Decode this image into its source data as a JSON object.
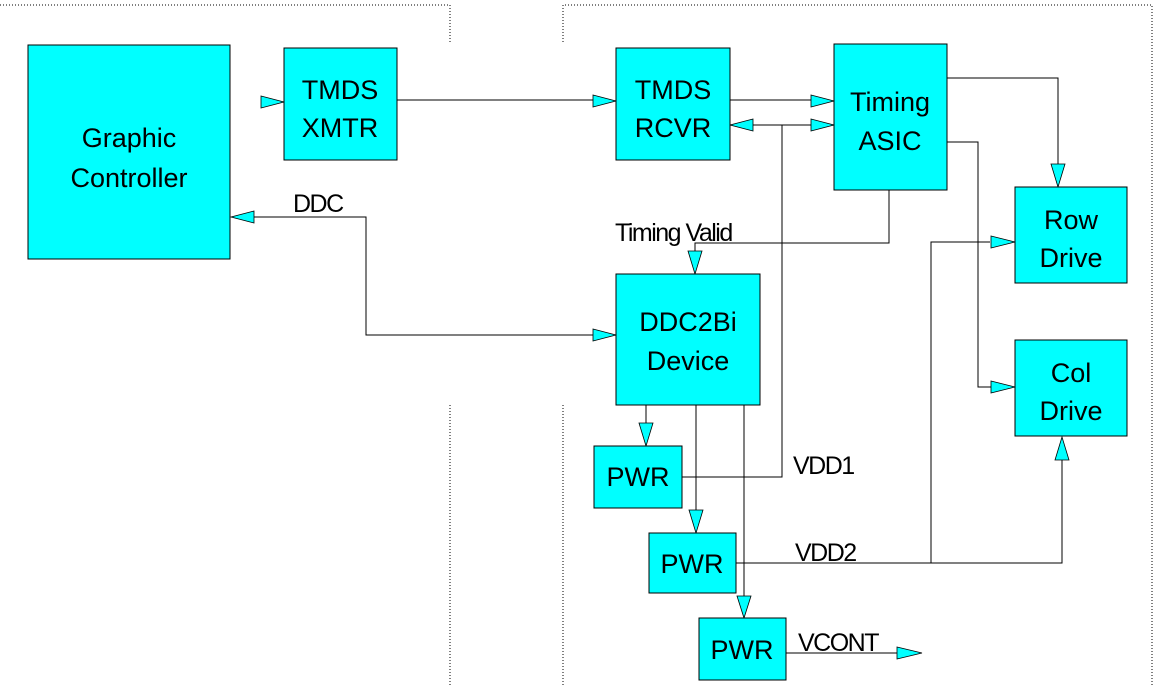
{
  "blocks": {
    "graphic_controller": [
      "Graphic",
      "Controller"
    ],
    "tmds_xmtr": [
      "TMDS",
      "XMTR"
    ],
    "tmds_rcvr": [
      "TMDS",
      "RCVR"
    ],
    "timing_asic": [
      "Timing",
      "ASIC"
    ],
    "row_drive": [
      "Row",
      "Drive"
    ],
    "col_drive": [
      "Col",
      "Drive"
    ],
    "ddc2bi_device": [
      "DDC2Bi",
      "Device"
    ],
    "pwr_1": "PWR",
    "pwr_2": "PWR",
    "pwr_3": "PWR"
  },
  "labels": {
    "ddc": "DDC",
    "timing_valid": "Timing Valid",
    "vdd1": "VDD1",
    "vdd2": "VDD2",
    "vcont": "VCONT"
  },
  "colors": {
    "block_fill": "#00ffff",
    "line": "#000000"
  }
}
